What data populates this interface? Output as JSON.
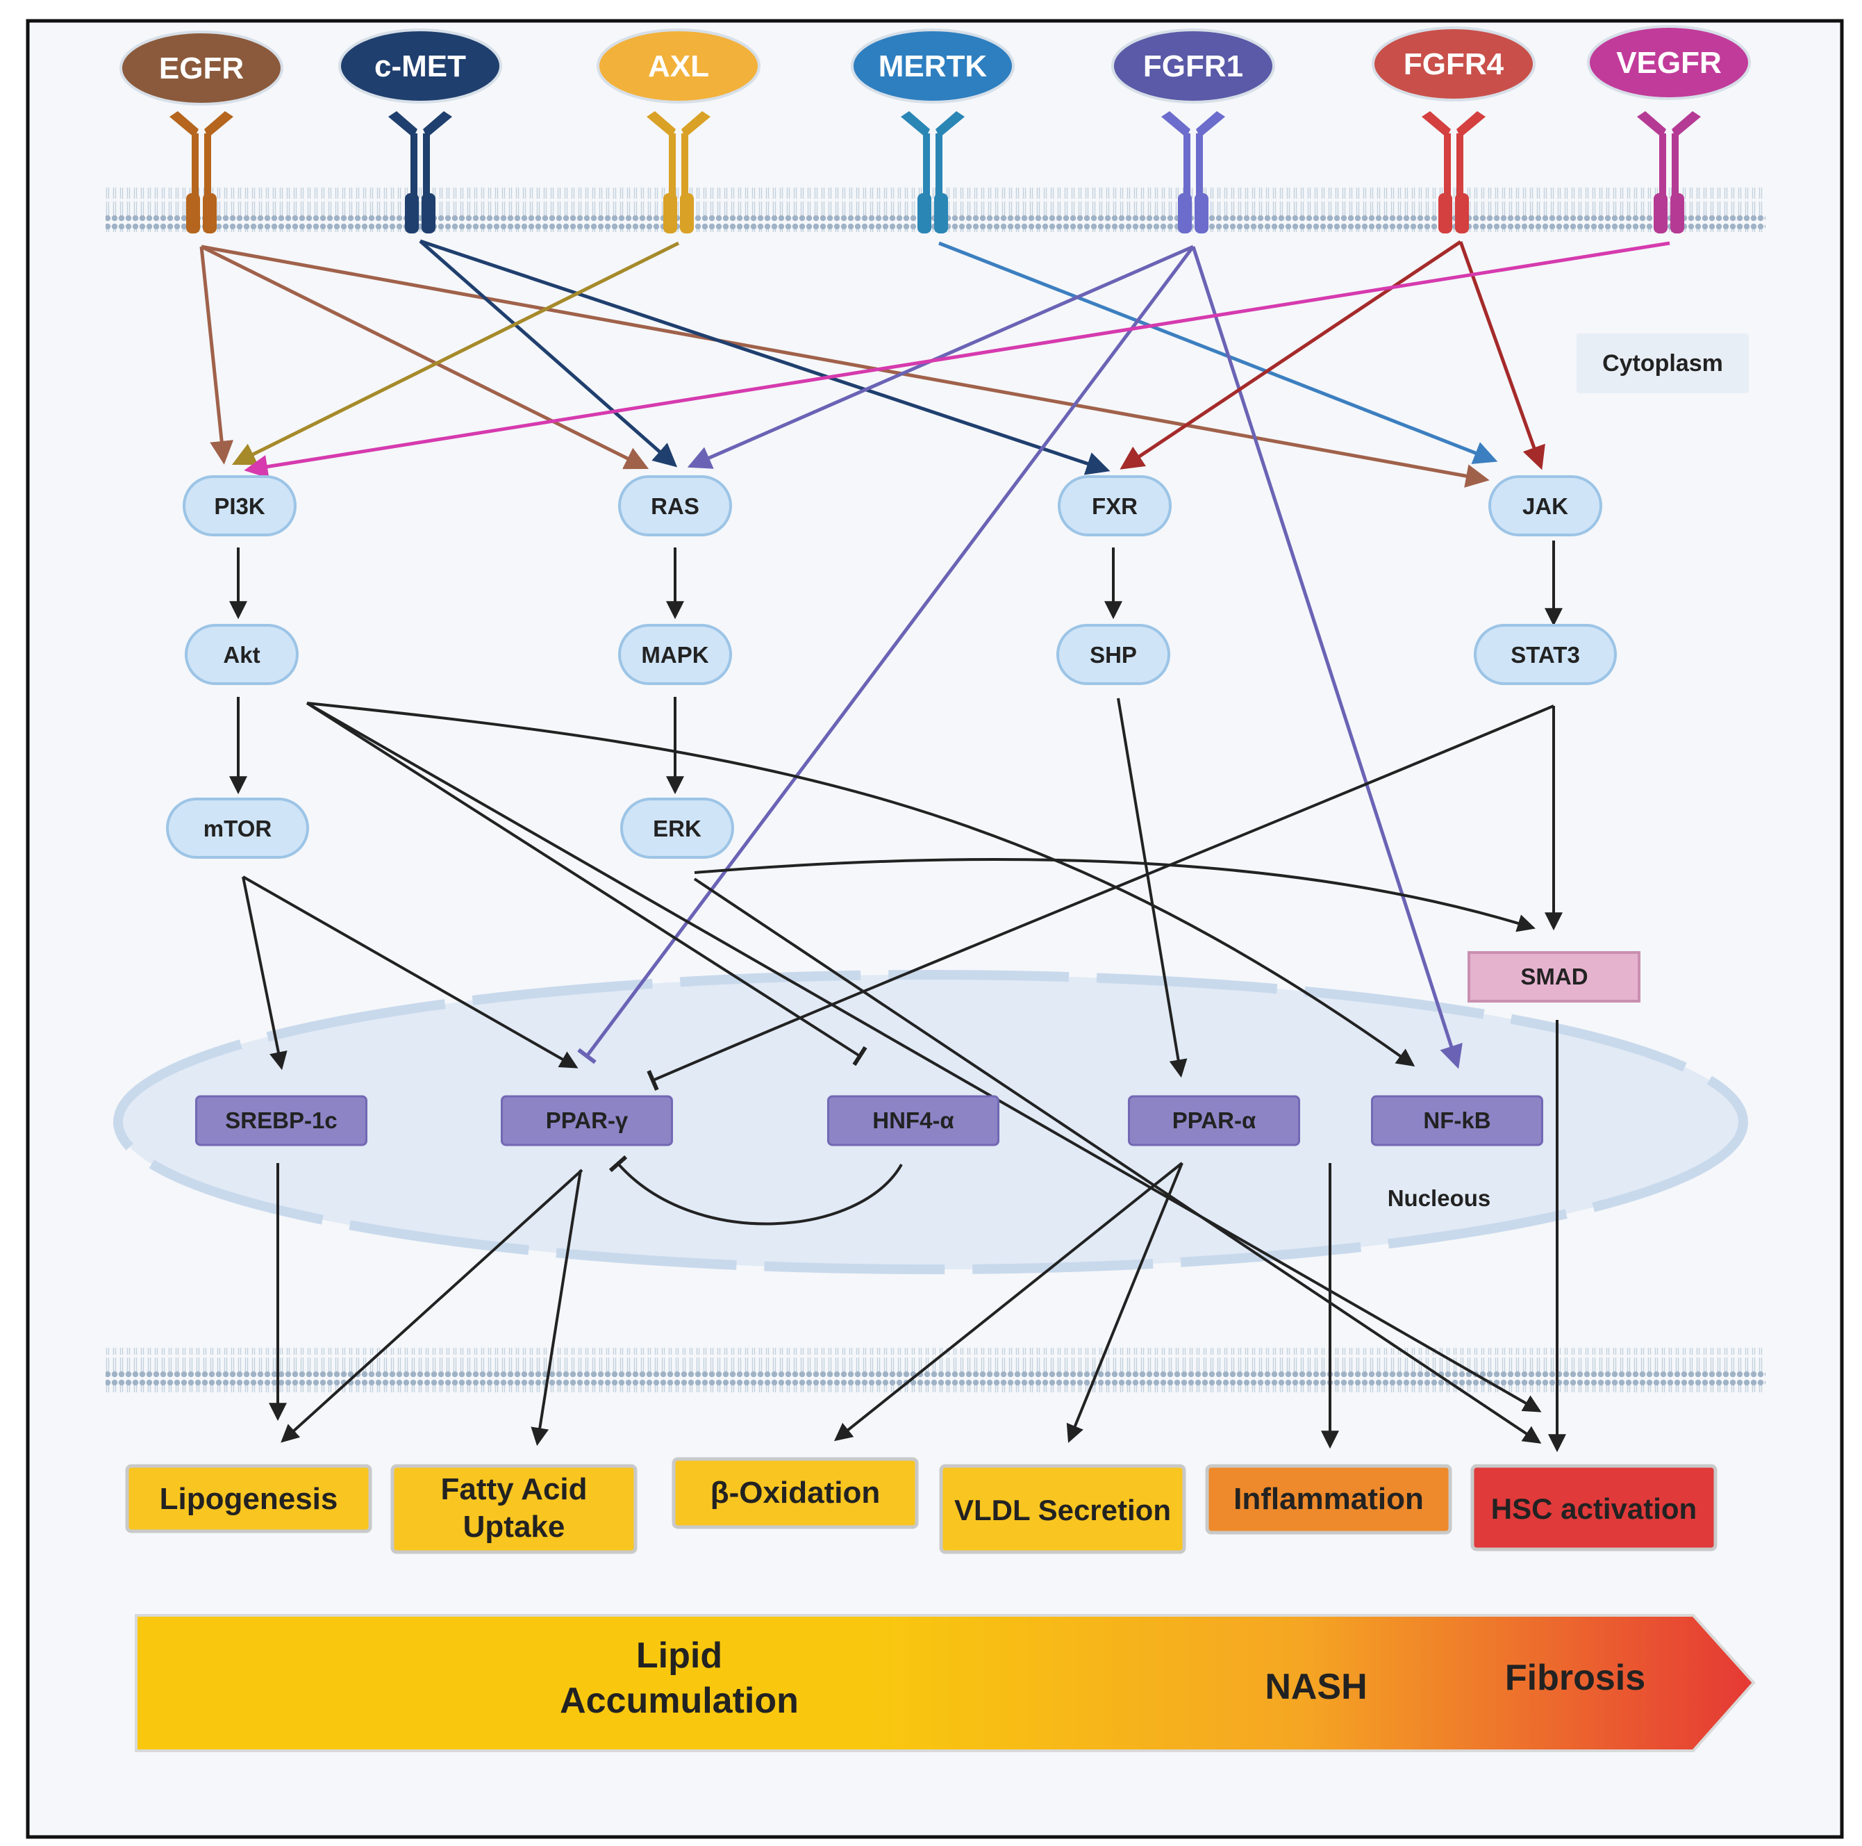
{
  "receptors": [
    {
      "id": "egfr",
      "label": "EGFR",
      "color": "#8B5A3C",
      "stem": "#B5651D"
    },
    {
      "id": "cmet",
      "label": "c-MET",
      "color": "#1F3F6E",
      "stem": "#1F3F6E"
    },
    {
      "id": "axl",
      "label": "AXL",
      "color": "#F2B13A",
      "stem": "#D9A126"
    },
    {
      "id": "mertk",
      "label": "MERTK",
      "color": "#2E7FC0",
      "stem": "#2A86B5"
    },
    {
      "id": "fgfr1",
      "label": "FGFR1",
      "color": "#5A5AA8",
      "stem": "#6C6CCC"
    },
    {
      "id": "fgfr4",
      "label": "FGFR4",
      "color": "#C9504A",
      "stem": "#D43F3F"
    },
    {
      "id": "vegfr",
      "label": "VEGFR",
      "color": "#C13B9A",
      "stem": "#B53A94"
    }
  ],
  "cytoplasm_label": "Cytoplasm",
  "nucleus_label": "Nucleous",
  "cyto_nodes": [
    {
      "id": "pi3k",
      "label": "PI3K"
    },
    {
      "id": "ras",
      "label": "RAS"
    },
    {
      "id": "fxr",
      "label": "FXR"
    },
    {
      "id": "jak",
      "label": "JAK"
    },
    {
      "id": "akt",
      "label": "Akt"
    },
    {
      "id": "mapk",
      "label": "MAPK"
    },
    {
      "id": "shp",
      "label": "SHP"
    },
    {
      "id": "stat3",
      "label": "STAT3"
    },
    {
      "id": "mtor",
      "label": "mTOR"
    },
    {
      "id": "erk",
      "label": "ERK"
    }
  ],
  "smad_label": "SMAD",
  "nuclear_nodes": [
    {
      "id": "srebp",
      "label": "SREBP-1c"
    },
    {
      "id": "pparg",
      "label": "PPAR-γ"
    },
    {
      "id": "hnf4",
      "label": "HNF4-α"
    },
    {
      "id": "ppara",
      "label": "PPAR-α"
    },
    {
      "id": "nfkb",
      "label": "NF-kB"
    }
  ],
  "outcomes": [
    {
      "id": "lipogenesis",
      "label": "Lipogenesis",
      "color": "#F9C520"
    },
    {
      "id": "fatty-acid",
      "label": [
        "Fatty Acid",
        "Uptake"
      ],
      "color": "#F9C520"
    },
    {
      "id": "beta-ox",
      "label": "β-Oxidation",
      "color": "#F9C520"
    },
    {
      "id": "vldl",
      "label": "VLDL Secretion",
      "color": "#F9C520"
    },
    {
      "id": "inflammation",
      "label": "Inflammation",
      "color": "#EE8A2B"
    },
    {
      "id": "hsc",
      "label": "HSC activation",
      "color": "#E03A3A"
    }
  ],
  "progression": {
    "stage1": [
      "Lipid",
      "Accumulation"
    ],
    "stage2": "NASH",
    "stage3": "Fibrosis",
    "gradient": [
      "#F9C80E",
      "#F9C80E",
      "#F5A623",
      "#E53935"
    ]
  }
}
